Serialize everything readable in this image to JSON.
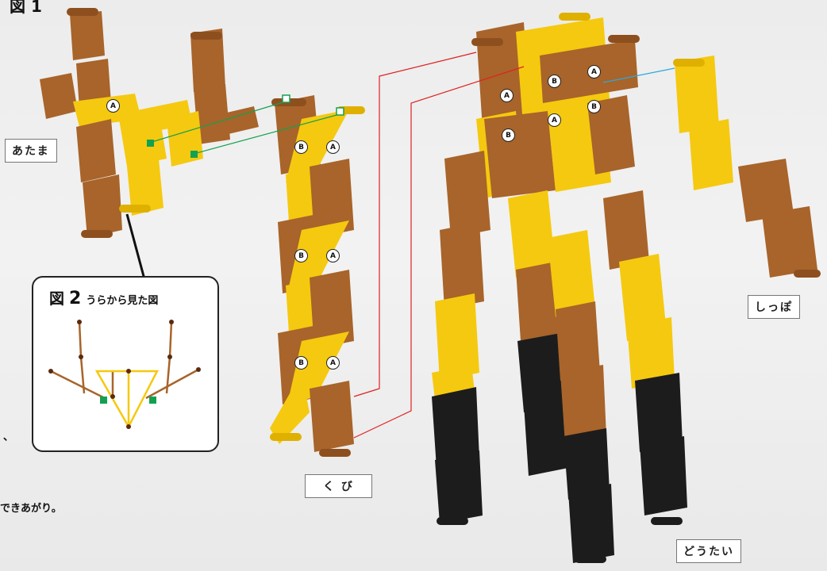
{
  "figure": {
    "title": "図 1",
    "side_note_top": "、",
    "side_note": "できあがり。"
  },
  "labels": {
    "atama": "あたま",
    "kubi": "く び",
    "shippo": "しっぽ",
    "doutai": "どうたい"
  },
  "inset": {
    "title_prefix": "図",
    "title_number": "2",
    "title_text": "うらから見た図"
  },
  "markers": {
    "a": "A",
    "b": "B"
  },
  "colors": {
    "yellow": "#f5c90f",
    "brown": "#a8642a",
    "black": "#1c1c1c",
    "red_line": "#e02020",
    "green_line": "#12a150",
    "blue_line": "#2aa8e0",
    "green_marker": "#12a150"
  }
}
